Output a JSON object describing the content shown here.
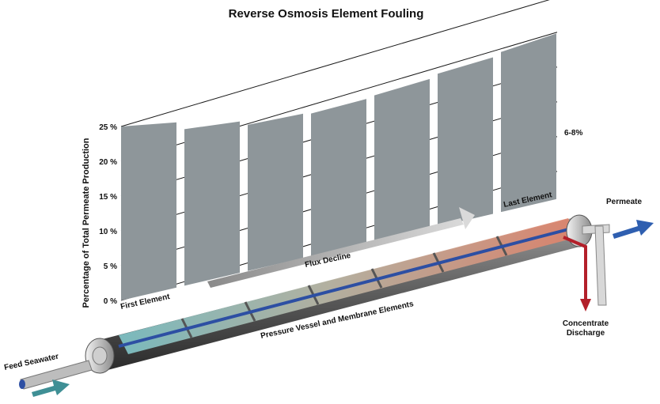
{
  "title": "Reverse Osmosis Element Fouling",
  "y_axis": {
    "label": "Percentage of Total Permeate Production",
    "ticks": [
      "0 %",
      "5 %",
      "10 %",
      "15 %",
      "20 %",
      "25 %"
    ]
  },
  "labels": {
    "first_element": "First Element",
    "last_element": "Last Element",
    "flux_decline": "Flux Decline",
    "end_value": "6-8%",
    "vessel": "Pressure Vessel and Membrane Elements",
    "feed": "Feed Seawater",
    "permeate": "Permeate",
    "concentrate": "Concentrate Discharge"
  },
  "colors": {
    "bar_fill": "#8e969a",
    "feed_arrow": "#3f8f95",
    "permeate_arrow": "#2f5fb0",
    "concentrate_arrow": "#b3202a",
    "tube": "#2d4fa3",
    "element_start": "#7fc4c8",
    "element_end": "#e0826a"
  },
  "chart_data": {
    "type": "bar",
    "categories": [
      "First Element",
      "",
      "",
      "",
      "",
      "",
      "Last Element"
    ],
    "values": [
      25,
      22.5,
      21,
      20.5,
      21,
      22,
      23
    ],
    "ylim": [
      0,
      25
    ],
    "ylabel": "Percentage of Total Permeate Production",
    "grid": true
  }
}
